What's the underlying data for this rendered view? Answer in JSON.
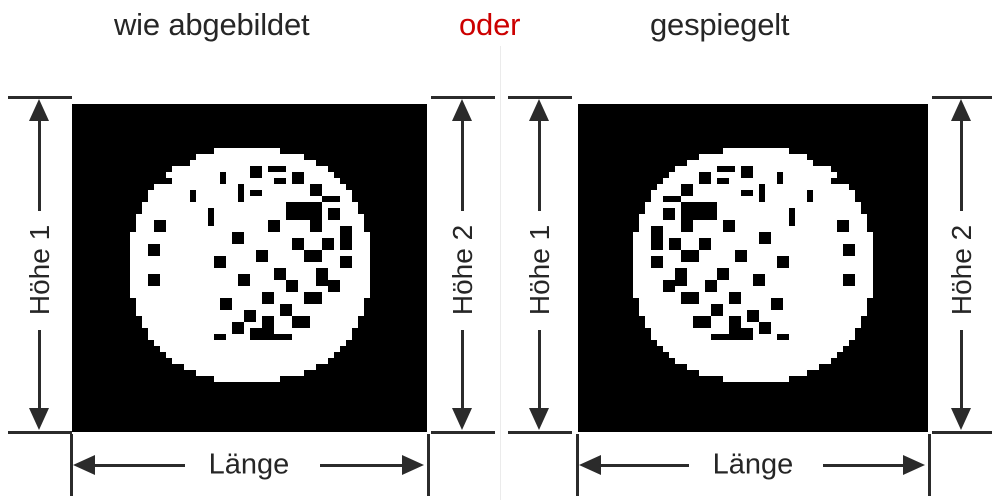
{
  "page": {
    "background_color": "#ffffff",
    "text_color": "#262626",
    "accent_color": "#cc0000",
    "line_color": "#2b2b2b",
    "divider_color": "#ebebeb",
    "plate_color": "#000000"
  },
  "header": {
    "left_label": "wie abgebildet",
    "connector_label": "oder",
    "right_label": "gespiegelt"
  },
  "panels": [
    {
      "id": "as-shown",
      "title": "wie abgebildet",
      "mirrored": false,
      "image": {
        "subject": "pixelated-white-medallion-on-black",
        "background_color": "#000000",
        "foreground_color": "#ffffff"
      },
      "dimensions": {
        "height_left_label": "Höhe 1",
        "height_right_label": "Höhe 2",
        "length_label": "Länge"
      }
    },
    {
      "id": "mirrored",
      "title": "gespiegelt",
      "mirrored": true,
      "image": {
        "subject": "pixelated-white-medallion-on-black",
        "background_color": "#000000",
        "foreground_color": "#ffffff"
      },
      "dimensions": {
        "height_left_label": "Höhe 1",
        "height_right_label": "Höhe 2",
        "length_label": "Länge"
      }
    }
  ]
}
